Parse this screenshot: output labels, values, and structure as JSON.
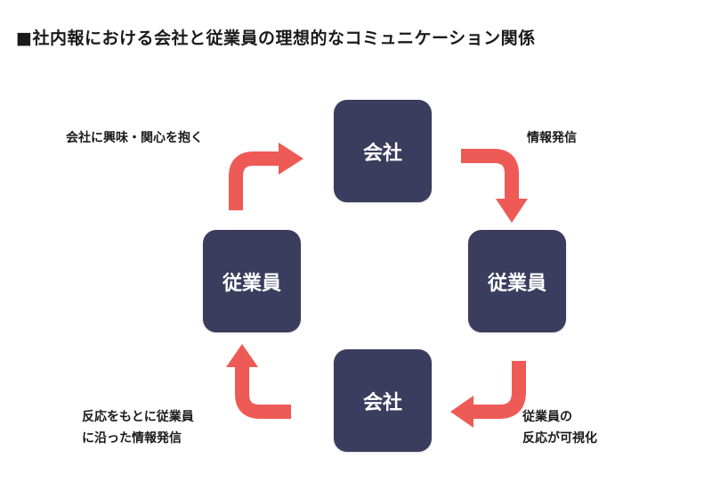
{
  "title": "■社内報における会社と従業員の理想的なコミュニケーション関係",
  "nodes": {
    "top": "会社",
    "right": "従業員",
    "bottom": "会社",
    "left": "従業員"
  },
  "edge_labels": {
    "top_right": "情報発信",
    "bottom_right": [
      "従業員の",
      "反応が可視化"
    ],
    "bottom_left": [
      "反応をもとに従業員",
      "に沿った情報発信"
    ],
    "top_left": "会社に興味・関心を抱く"
  },
  "colors": {
    "node_fill": "#3b3d5e",
    "arrow": "#ee5a55"
  }
}
